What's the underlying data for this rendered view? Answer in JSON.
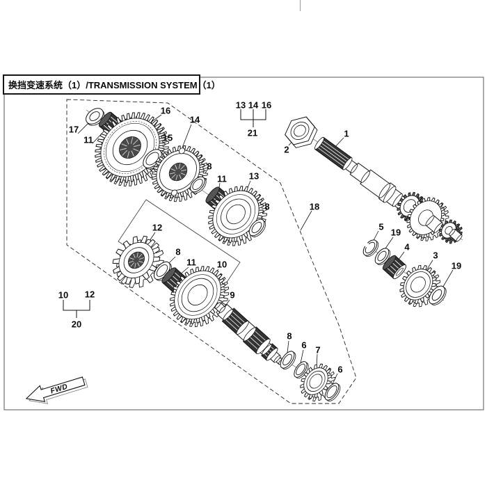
{
  "title": "换挡变速系统（1）/TRANSMISSION SYSTEM（1）",
  "fwd_label": "FWD",
  "callouts": [
    "17",
    "11",
    "16",
    "15",
    "14",
    "8",
    "11",
    "13",
    "8",
    "12",
    "8",
    "11",
    "10",
    "9",
    "8",
    "6",
    "7",
    "6",
    "2",
    "1",
    "18",
    "5",
    "19",
    "4",
    "3",
    "19"
  ],
  "groups": {
    "g21": {
      "members": [
        "13",
        "14",
        "16"
      ],
      "label": "21"
    },
    "g20": {
      "members": [
        "10",
        "12"
      ],
      "label": "20"
    }
  }
}
